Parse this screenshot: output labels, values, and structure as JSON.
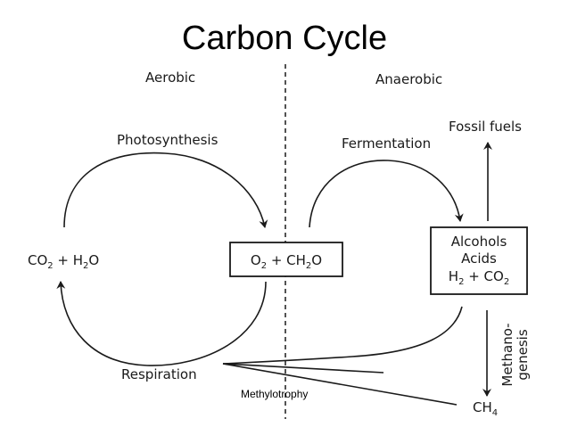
{
  "title": "Carbon Cycle",
  "regions": {
    "aerobic": "Aerobic",
    "anaerobic": "Anaerobic"
  },
  "processes": {
    "photosynthesis": "Photosynthesis",
    "fermentation": "Fermentation",
    "respiration": "Respiration",
    "methylotrophy": "Methylotrophy",
    "methanogenesis_line1": "Methano-",
    "methanogenesis_line2": "genesis"
  },
  "compounds": {
    "co2_h2o": {
      "a": "CO",
      "a_sub": "2",
      "b": " + H",
      "b_sub": "2",
      "c": "O"
    },
    "o2_ch2o": {
      "a": "O",
      "a_sub": "2",
      "b": " + CH",
      "b_sub": "2",
      "c": "O"
    },
    "fermentation_products": {
      "line1": "Alcohols",
      "line2": "Acids",
      "line3": {
        "a": "H",
        "a_sub": "2",
        "b": " + CO",
        "b_sub": "2"
      }
    },
    "fossil_fuels": "Fossil fuels",
    "ch4": {
      "a": "CH",
      "a_sub": "4"
    }
  }
}
